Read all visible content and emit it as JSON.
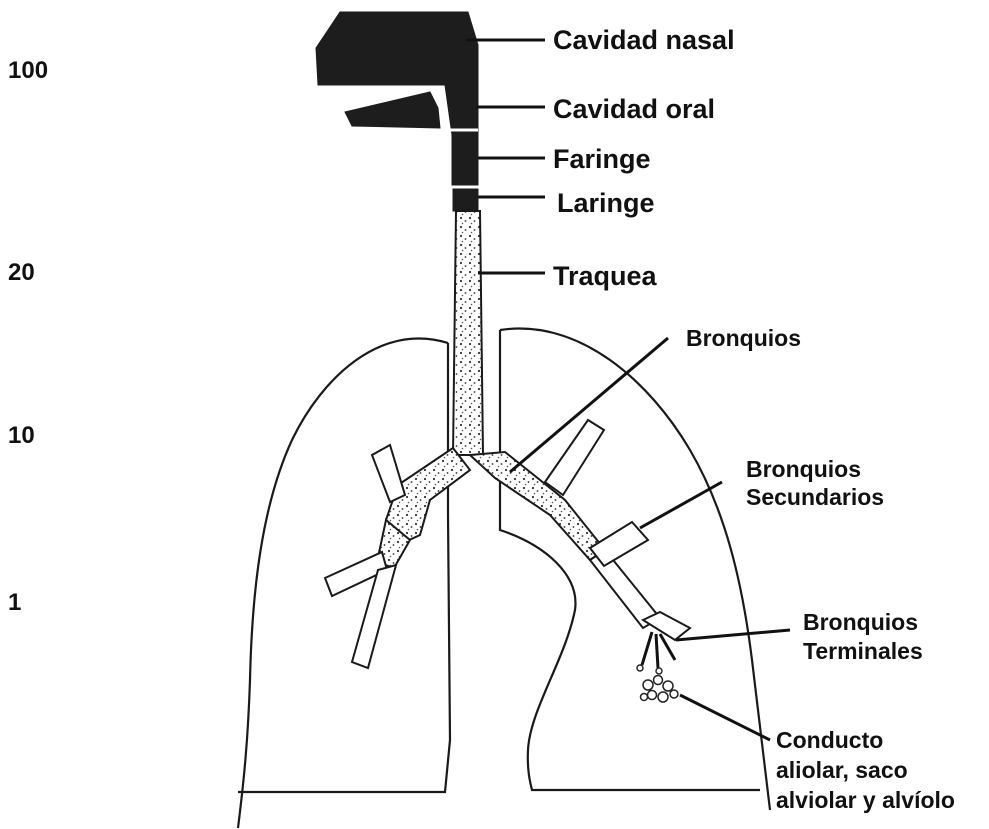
{
  "scale_values": [
    "100",
    "20",
    "10",
    "1"
  ],
  "labels": {
    "cavidad_nasal": "Cavidad nasal",
    "cavidad_oral": "Cavidad oral",
    "faringe": "Faringe",
    "laringe": "Laringe",
    "traquea": "Traquea",
    "bronquios": "Bronquios",
    "bronquios_secundarios": [
      "Bronquios",
      "Secundarios"
    ],
    "bronquios_terminales": [
      "Bronquios",
      "Terminales"
    ],
    "conducto": [
      "Conducto",
      "aliolar, saco",
      "alviolar y alvíolo"
    ]
  }
}
